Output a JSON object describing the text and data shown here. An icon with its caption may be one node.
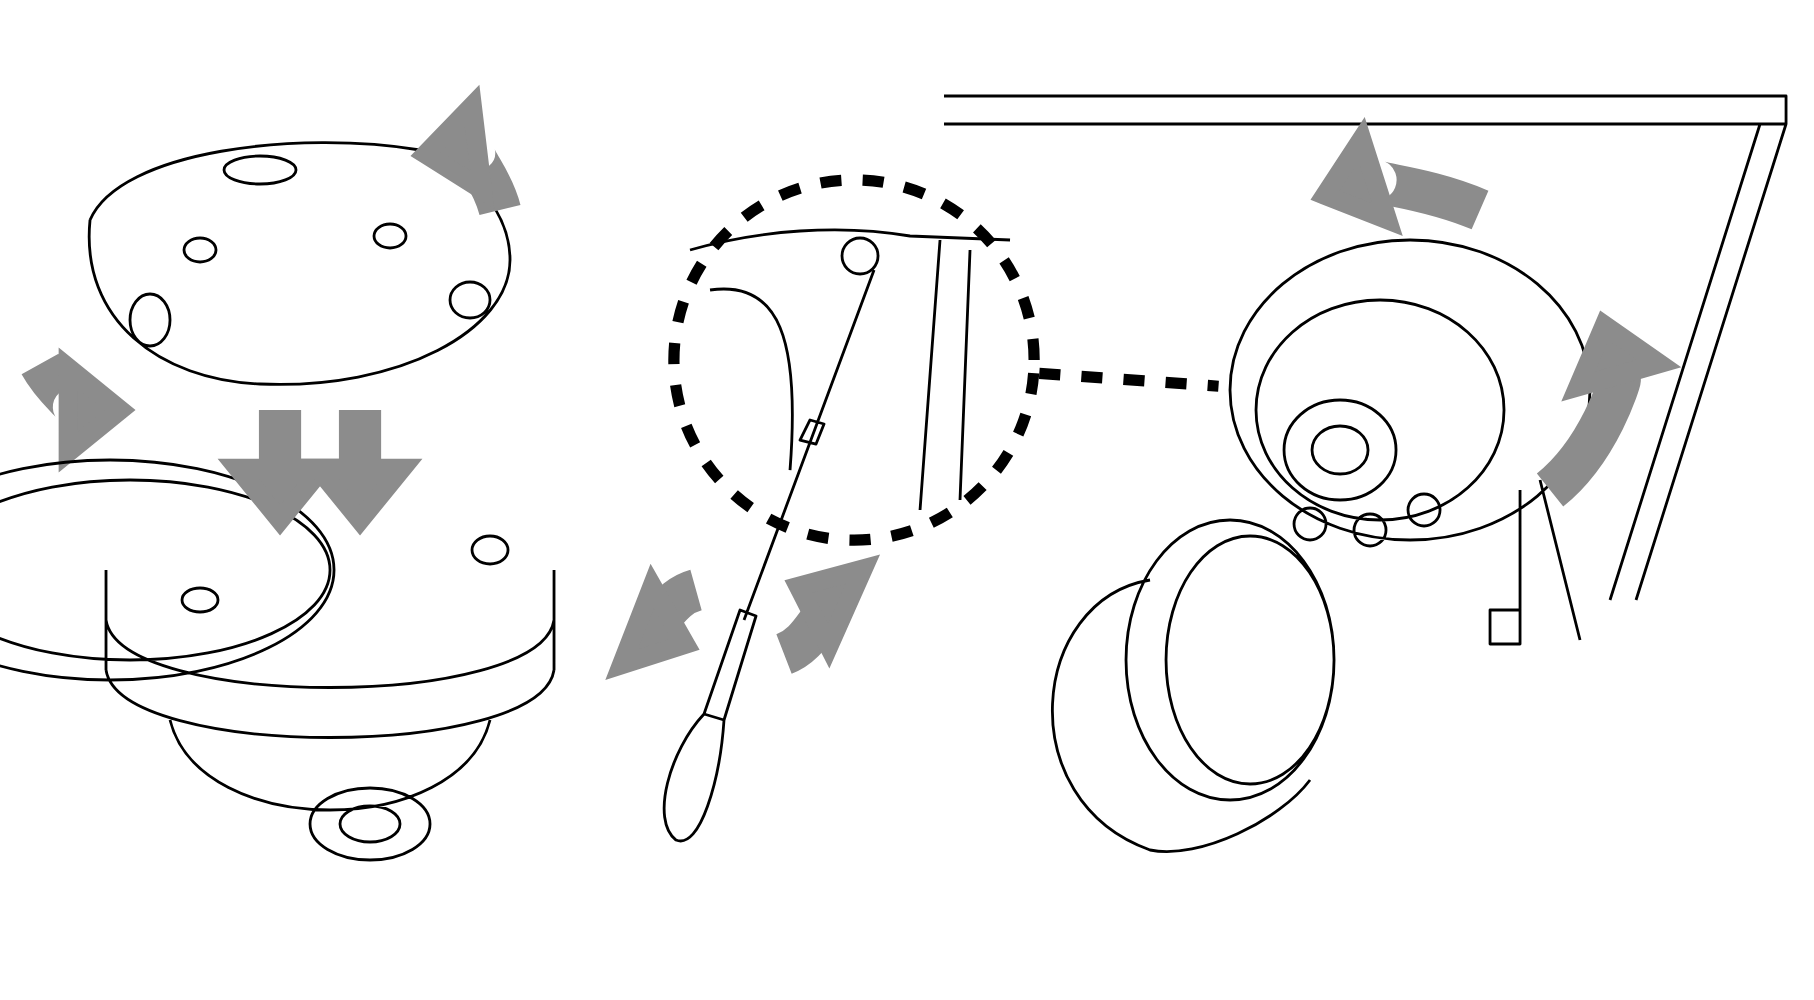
{
  "diagram": {
    "nodes": [
      {
        "text": [],
        "shape": "circle"
      },
      {
        "text": [],
        "shape": "picture"
      }
    ],
    "edges": [
      {
        "from": 0,
        "to": 1,
        "arrow": "none",
        "style": "dashed"
      }
    ]
  }
}
